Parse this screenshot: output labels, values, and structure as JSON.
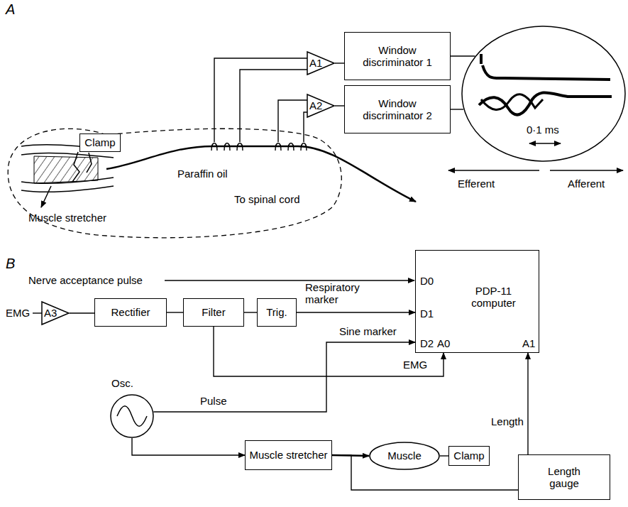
{
  "diagram": {
    "nodes": [
      {
        "text": [
          "A1"
        ]
      },
      {
        "text": [
          "A2"
        ]
      },
      {
        "text": [
          "Window discriminator 1"
        ]
      },
      {
        "text": [
          "Window discriminator 2"
        ]
      },
      {
        "text": [
          "0·1 ms"
        ]
      },
      {
        "text": [
          "Clamp"
        ]
      },
      {
        "text": [
          "PDP-11 computer",
          "D0",
          "D1",
          "D2",
          "A0",
          "A1"
        ]
      },
      {
        "text": [
          "A3"
        ]
      },
      {
        "text": [
          "Rectifier"
        ]
      },
      {
        "text": [
          "Filter"
        ]
      },
      {
        "text": [
          "Trig."
        ]
      },
      {
        "text": [
          "Osc."
        ]
      },
      {
        "text": [
          "Muscle stretcher"
        ]
      },
      {
        "text": [
          "Muscle"
        ]
      },
      {
        "text": [
          "Clamp"
        ]
      },
      {
        "text": [
          "Length gauge"
        ]
      }
    ],
    "edges": [
      {
        "from": 0,
        "to": 2,
        "arrow": "none"
      },
      {
        "from": 1,
        "to": 3,
        "arrow": "none"
      },
      {
        "from": 2,
        "to": 4,
        "arrow": "none"
      },
      {
        "from": 3,
        "to": 4,
        "arrow": "none"
      },
      {
        "from": 7,
        "to": 8,
        "arrow": "none"
      },
      {
        "from": 8,
        "to": 9,
        "arrow": "none"
      },
      {
        "from": 9,
        "to": 10,
        "arrow": "none"
      },
      {
        "from": 10,
        "to": 6,
        "arrow": "to",
        "label": "Respiratory marker"
      },
      {
        "from": 9,
        "to": 6,
        "arrow": "to",
        "label": "EMG"
      },
      {
        "from": 11,
        "to": 6,
        "arrow": "to",
        "label": "Sine marker"
      },
      {
        "from": 11,
        "to": 12,
        "arrow": "to"
      },
      {
        "from": 12,
        "to": 13,
        "arrow": "to"
      },
      {
        "from": 13,
        "to": 14,
        "arrow": "none"
      },
      {
        "from": 12,
        "to": 15,
        "arrow": "none"
      },
      {
        "from": 15,
        "to": 6,
        "arrow": "to",
        "label": "Length"
      }
    ],
    "labels": [
      "A",
      "Muscle stretcher",
      "Paraffin oil",
      "To spinal cord",
      "Efferent",
      "Afferent",
      "B",
      "Nerve acceptance pulse",
      "EMG",
      "Pulse"
    ]
  }
}
